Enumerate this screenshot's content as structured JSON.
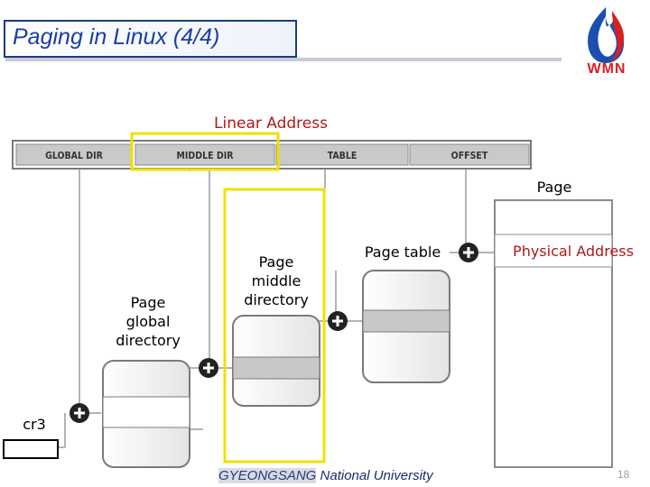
{
  "title": "Paging in Linux (4/4)",
  "logo": {
    "text": "WMN",
    "icon": "flame-logo-icon"
  },
  "diagram": {
    "linear_address_label": "Linear Address",
    "fields": [
      "GLOBAL DIR",
      "MIDDLE DIR",
      "TABLE",
      "OFFSET"
    ],
    "page_label": "Page",
    "physical_address_label": "Physical Address",
    "page_table_label": "Page table",
    "page_middle_directory_label": [
      "Page",
      "middle",
      "directory"
    ],
    "page_global_directory_label": [
      "Page",
      "global",
      "directory"
    ],
    "cr3_label": "cr3",
    "adder_icon": "plus-circle-icon",
    "highlight_color": "#f0e000"
  },
  "footer": {
    "university_highlight": "GYEONGSANG",
    "university_rest": " National University",
    "page_number": "18"
  }
}
